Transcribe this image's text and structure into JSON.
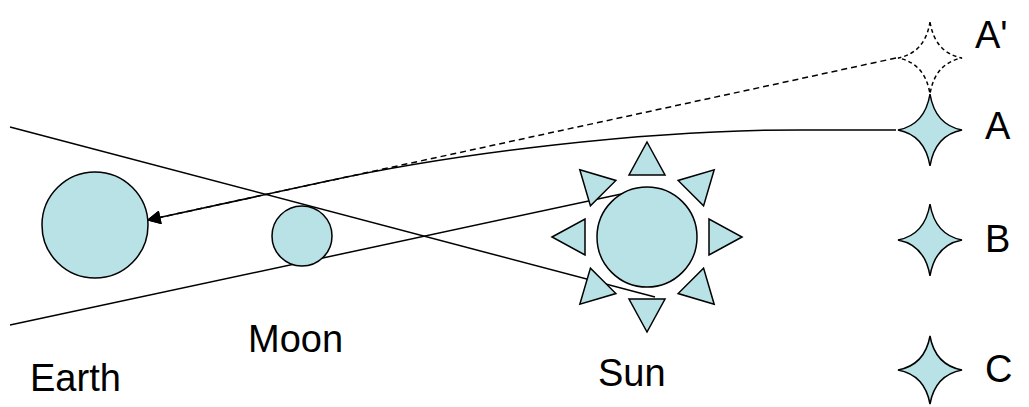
{
  "diagram": {
    "nodes": [
      {
        "text": [
          "Earth"
        ]
      },
      {
        "text": [
          "Moon"
        ]
      },
      {
        "text": [
          "Sun"
        ]
      },
      {
        "text": [
          "A'"
        ]
      },
      {
        "text": [
          "A"
        ]
      },
      {
        "text": [
          "B"
        ]
      },
      {
        "text": [
          "C"
        ]
      }
    ],
    "edges": [
      {
        "from": 4,
        "to": 0,
        "arrow": "to"
      },
      {
        "from": 3,
        "to": 0,
        "arrow": "to"
      }
    ]
  }
}
